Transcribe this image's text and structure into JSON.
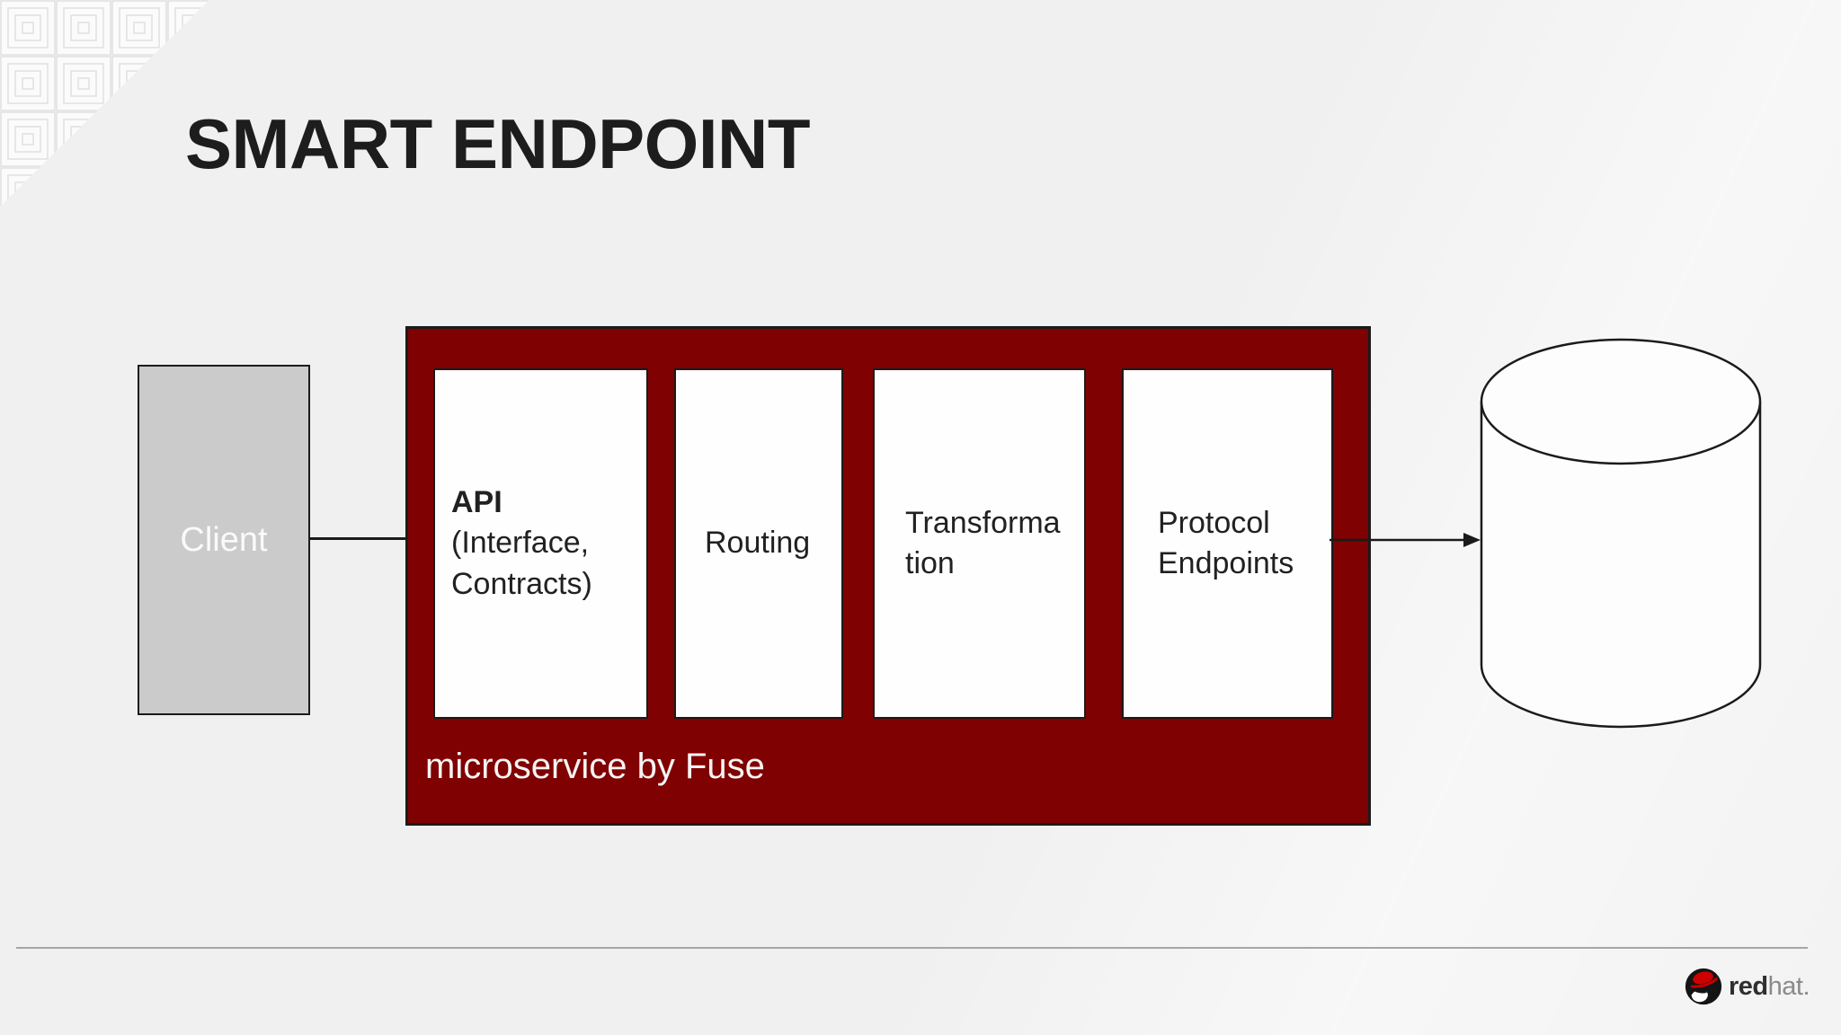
{
  "slide": {
    "title": "SMART ENDPOINT"
  },
  "diagram": {
    "client": {
      "label": "Client"
    },
    "container": {
      "label": "microservice by Fuse"
    },
    "services": [
      {
        "bold": "API",
        "text": "(Interface,\nContracts)"
      },
      {
        "bold": "",
        "text": "Routing"
      },
      {
        "bold": "",
        "text": "Transforma\ntion"
      },
      {
        "bold": "",
        "text": "Protocol\nEndpoints"
      }
    ],
    "flow": [
      "client -> microservice container (plain line)",
      "microservice container -> database (arrow line)"
    ]
  },
  "footer": {
    "brand": {
      "red": "red",
      "hat": "hat."
    }
  },
  "icons": {
    "database": "cylinder-outline",
    "brand": "redhat-shadowman",
    "corner": "nested-squares-pattern"
  },
  "colors": {
    "background": "#f0f0f1",
    "container_red": "#7f0101",
    "client_gray": "#cbcbcb",
    "box_white": "#fefefe",
    "outline_black": "#1b1b1b",
    "brand_hat_red": "#cc0000",
    "divider_gray": "#a6a6a6"
  }
}
